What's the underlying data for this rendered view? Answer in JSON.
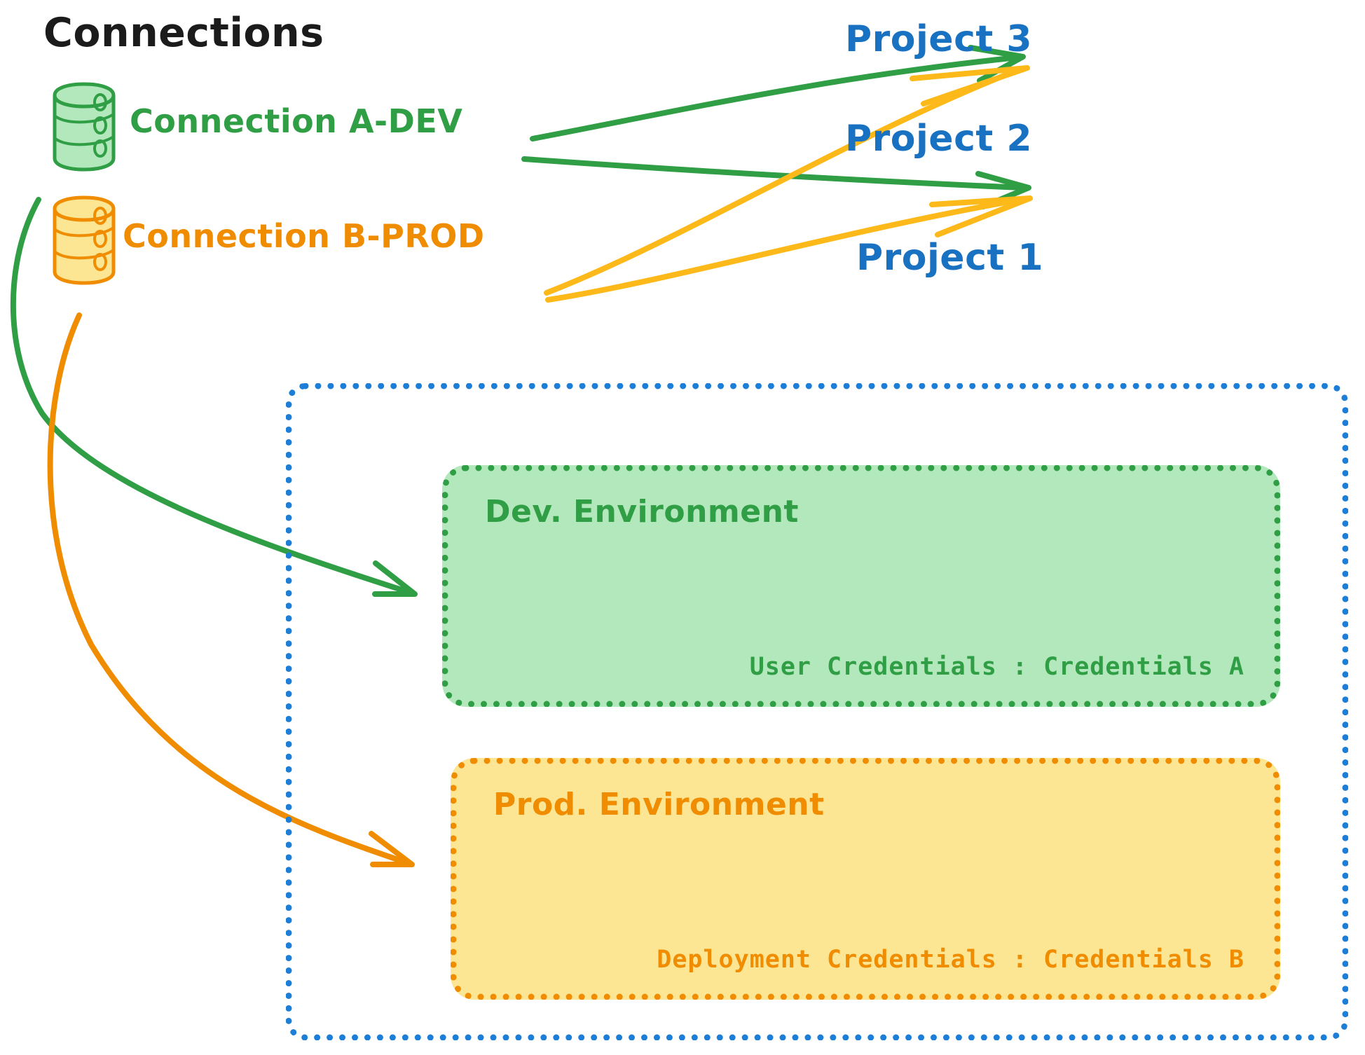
{
  "title": "Connections",
  "colors": {
    "green_stroke": "#2f9e44",
    "green_fill": "#b2e8bc",
    "orange_stroke": "#f08c00",
    "orange_arrow": "#fcb919",
    "orange_fill": "#fce694",
    "blue_stroke": "#1c7ed6",
    "blue_text": "#1971c2",
    "title_text": "#1b1b1b"
  },
  "connections": [
    {
      "label": "Connection A-DEV",
      "icon": "database-icon",
      "color": "#2f9e44",
      "targets": [
        "Project 3",
        "Project 2",
        "Dev. Environment"
      ]
    },
    {
      "label": "Connection B-PROD",
      "icon": "database-icon",
      "color": "#f08c00",
      "targets": [
        "Project 3",
        "Project 2",
        "Prod. Environment"
      ]
    }
  ],
  "projects": [
    {
      "label": "Project 3"
    },
    {
      "label": "Project 2"
    },
    {
      "label": "Project 1"
    }
  ],
  "project1": {
    "label": "Project 1",
    "environments": [
      {
        "name": "Dev. Environment",
        "credential_label": "User Credentials",
        "credential_separator": ":",
        "credential_value": "Credentials A",
        "credential_text": "User Credentials : Credentials A",
        "color": "#2f9e44",
        "fill": "#b2e8bc"
      },
      {
        "name": "Prod. Environment",
        "credential_label": "Deployment Credentials",
        "credential_separator": ":",
        "credential_value": "Credentials B",
        "credential_text": "Deployment Credentials : Credentials B",
        "color": "#f08c00",
        "fill": "#fce694"
      }
    ]
  }
}
